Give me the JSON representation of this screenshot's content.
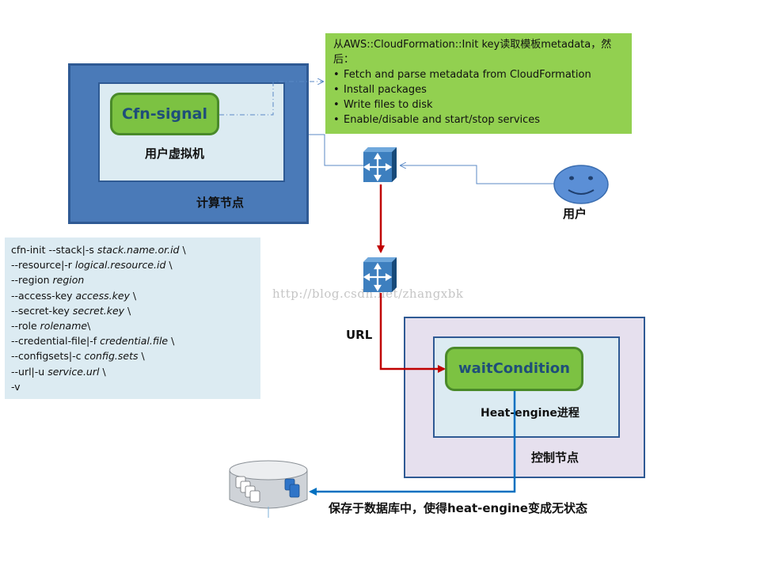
{
  "compute_node": {
    "vm_label": "用户虚拟机",
    "node_label": "计算节点",
    "agent_label": "Cfn-signal"
  },
  "metadata_note": {
    "heading": "从AWS::CloudFormation::Init  key读取模板metadata，然后：",
    "bullets": [
      "Fetch and parse metadata from CloudFormation",
      "Install packages",
      "Write files to disk",
      "Enable/disable and start/stop services"
    ]
  },
  "user": {
    "label": "用户"
  },
  "command": {
    "lines": [
      {
        "plain": "cfn-init --stack|-s ",
        "italic": "stack.name.or.id",
        "tail": " \\"
      },
      {
        "plain": "--resource|-r ",
        "italic": "logical.resource.id",
        "tail": " \\"
      },
      {
        "plain": "--region ",
        "italic": "region",
        "tail": ""
      },
      {
        "plain": "--access-key ",
        "italic": "access.key",
        "tail": " \\"
      },
      {
        "plain": "--secret-key ",
        "italic": "secret.key",
        "tail": " \\"
      },
      {
        "plain": "--role ",
        "italic": "rolename",
        "tail": "\\"
      },
      {
        "plain": "--credential-file|-f ",
        "italic": "credential.file",
        "tail": " \\"
      },
      {
        "plain": "--configsets|-c ",
        "italic": "config.sets",
        "tail": " \\"
      },
      {
        "plain": "--url|-u ",
        "italic": "service.url",
        "tail": " \\"
      },
      {
        "plain": "-v",
        "italic": "",
        "tail": ""
      }
    ]
  },
  "url_label": "URL",
  "watermark": "http://blog.csdn.net/zhangxbk",
  "control_node": {
    "process_label": "Heat-engine进程",
    "node_label": "控制节点",
    "agent_label": "waitCondition"
  },
  "db_caption": "保存于数据库中，使得heat-engine变成无状态",
  "colors": {
    "compute_outer": "#4a7ab8",
    "inner_panel": "#dcebf2",
    "pill_green": "#7cc242",
    "note_green": "#92d050",
    "control_outer": "#e6e0ee",
    "red_arrow": "#c00000",
    "blue_arrow": "#0070c0",
    "user_face": "#5b8fd6"
  }
}
